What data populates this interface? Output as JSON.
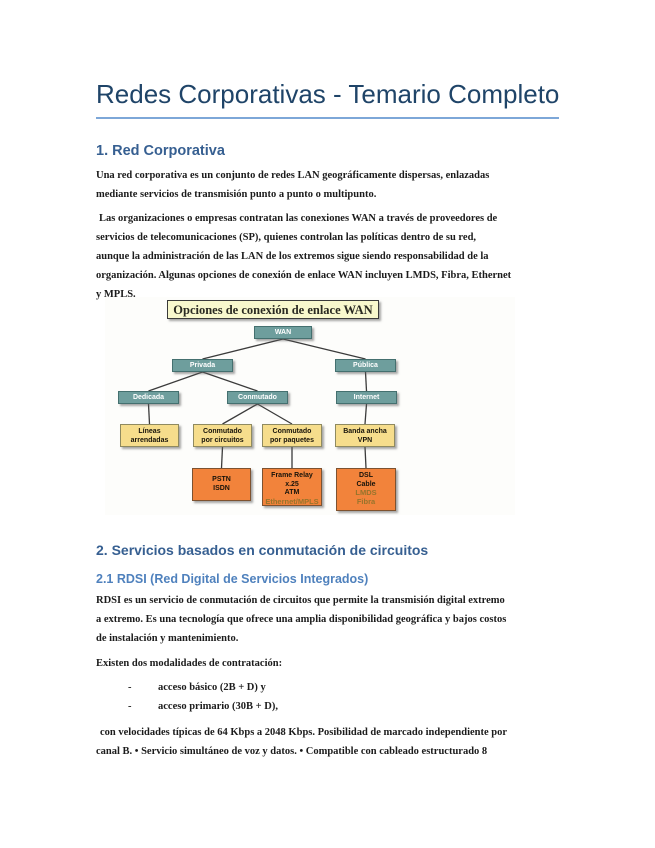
{
  "doc": {
    "title": "Redes Corporativas - Temario Completo"
  },
  "section1": {
    "heading": "1. Red Corporativa",
    "para1_lines": [
      "Una red corporativa es un conjunto de redes LAN geográficamente dispersas, enlazadas",
      "mediante servicios de transmisión punto a punto o multipunto."
    ],
    "para2_lines": [
      "Las organizaciones o empresas contratan las conexiones WAN a través de proveedores de",
      "servicios de telecomunicaciones (SP), quienes controlan las políticas dentro de su red,",
      "aunque la administración de las LAN de los extremos sigue siendo responsabilidad de la",
      "organización. Algunas opciones de conexión de enlace WAN incluyen LMDS, Fibra, Ethernet",
      "y MPLS."
    ]
  },
  "diagram": {
    "title": "Opciones de conexión de enlace WAN",
    "nodes": {
      "wan": "WAN",
      "privada": "Privada",
      "publica": "Pública",
      "dedicada": "Dedicada",
      "conmutado": "Conmutado",
      "internet": "Internet",
      "lineas_arrendadas": [
        "Líneas",
        "arrendadas"
      ],
      "conmutado_circuitos": [
        "Conmutado",
        "por circuitos"
      ],
      "conmutado_paquetes": [
        "Conmutado",
        "por paquetes"
      ],
      "banda_ancha_vpn": [
        "Banda ancha",
        "VPN"
      ],
      "pstn_isdn": [
        "PSTN",
        "ISDN"
      ],
      "frame_relay": [
        "Frame Relay",
        "x.25",
        "ATM",
        "Ethernet/MPLS"
      ],
      "dsl_cable": [
        "DSL",
        "Cable",
        "LMDS",
        "Fibra"
      ]
    },
    "colors": {
      "teal_node": "#6e9e9d",
      "yellow_node": "#f6dd8c",
      "orange_node": "#f2833b",
      "title_box_bg": "#f8f8cd",
      "accent_text": "#97742c"
    }
  },
  "section2": {
    "heading": "2. Servicios basados en conmutación de circuitos",
    "sub_heading": "2.1 RDSI (Red Digital de Servicios Integrados)",
    "para1_lines": [
      "RDSI es un servicio de conmutación de circuitos que permite la transmisión digital extremo",
      "a extremo. Es una tecnología que ofrece una amplia disponibilidad geográfica y bajos costos",
      "de instalación y mantenimiento."
    ],
    "para2": "Existen dos modalidades de contratación:",
    "bullet_char": "-",
    "bullets": [
      "acceso básico (2B + D) y",
      "acceso primario (30B + D),"
    ],
    "para3_lines": [
      "con velocidades típicas de 64 Kbps a 2048 Kbps. Posibilidad de marcado independiente por",
      "canal B. • Servicio simultáneo de voz y datos. • Compatible con cableado estructurado 8"
    ]
  },
  "accent_colors": {
    "title_text": "#1f4468",
    "title_rule": "#7da7d8",
    "heading1": "#365f91",
    "heading2": "#4f81bd"
  }
}
